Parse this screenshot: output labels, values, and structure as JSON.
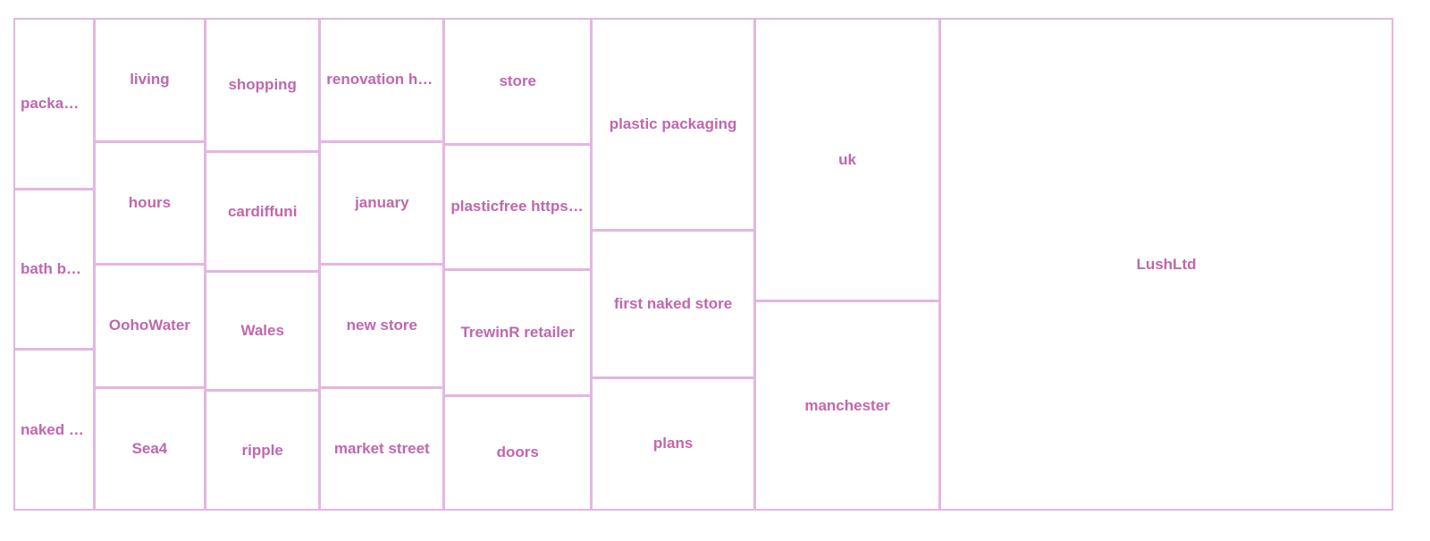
{
  "chart_data": {
    "type": "treemap",
    "colors": {
      "border": "#e4b6e0",
      "label": "#c067ae",
      "fill": "#ffffff"
    },
    "items": [
      {
        "label": "LushLtd",
        "value": 277
      },
      {
        "label": "uk",
        "value": 65
      },
      {
        "label": "manchester",
        "value": 48
      },
      {
        "label": "plastic packaging",
        "value": 43
      },
      {
        "label": "first naked store",
        "value": 30
      },
      {
        "label": "plans",
        "value": 27
      },
      {
        "label": "store",
        "value": 23
      },
      {
        "label": "plasticfree https:…",
        "value": 23
      },
      {
        "label": "TrewinR retailer",
        "value": 23
      },
      {
        "label": "doors",
        "value": 21
      },
      {
        "label": "renovation htt…",
        "value": 19
      },
      {
        "label": "january",
        "value": 19
      },
      {
        "label": "new store",
        "value": 19
      },
      {
        "label": "market street",
        "value": 19
      },
      {
        "label": "shopping",
        "value": 19
      },
      {
        "label": "cardiffuni",
        "value": 17
      },
      {
        "label": "Wales",
        "value": 17
      },
      {
        "label": "ripple",
        "value": 17
      },
      {
        "label": "living",
        "value": 17
      },
      {
        "label": "hours",
        "value": 17
      },
      {
        "label": "OohoWater",
        "value": 17
      },
      {
        "label": "Sea4",
        "value": 17
      },
      {
        "label": "packagi…",
        "value": 17
      },
      {
        "label": "bath bo…",
        "value": 16
      },
      {
        "label": "naked st…",
        "value": 16
      }
    ]
  }
}
